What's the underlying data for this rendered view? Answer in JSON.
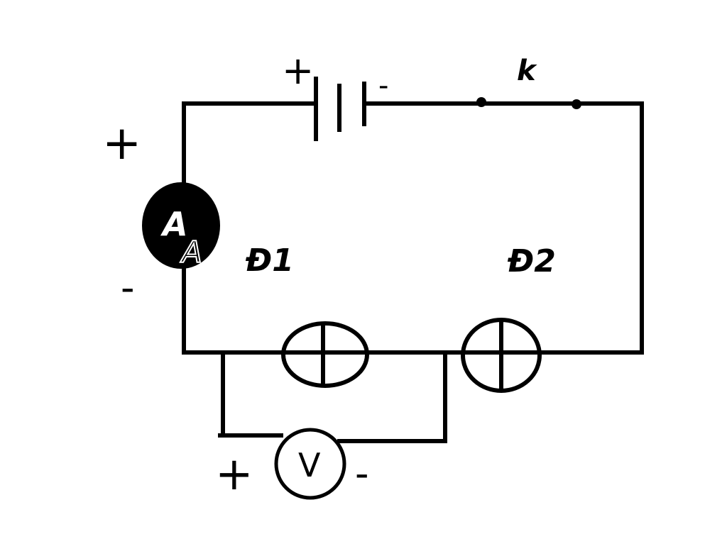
{
  "diagram": {
    "ammeter": {
      "symbol": "A",
      "watermark": "A",
      "plus": "+",
      "minus": "-",
      "fill": "#000000",
      "text_color": "#ffffff"
    },
    "battery": {
      "plus": "+",
      "minus": "-"
    },
    "switch": {
      "label": "k"
    },
    "lamp1": {
      "label": "Đ1"
    },
    "lamp2": {
      "label": "Đ2"
    },
    "voltmeter": {
      "symbol": "V",
      "plus": "+",
      "minus": "-"
    },
    "colors": {
      "wire": "#000000",
      "background": "#ffffff"
    }
  }
}
